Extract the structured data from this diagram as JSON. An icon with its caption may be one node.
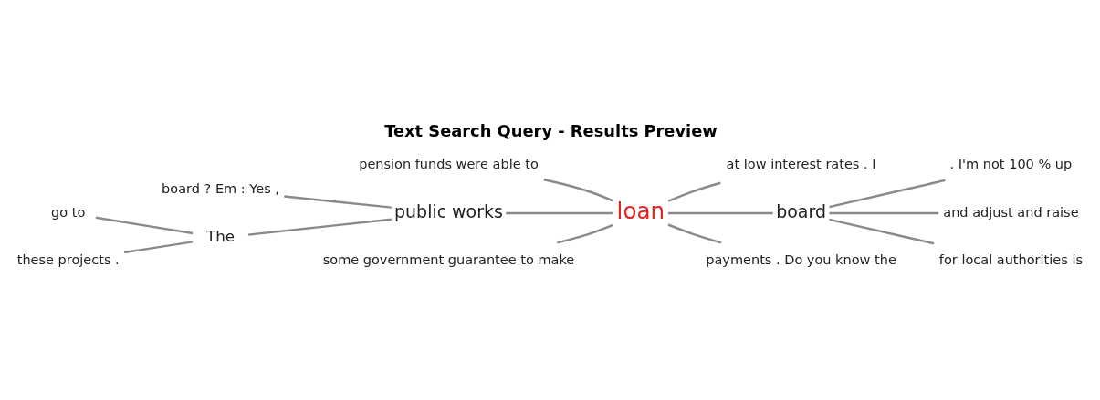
{
  "diagram": {
    "title": "Text Search Query - Results Preview",
    "nodes": [
      {
        "text": [
          "pension funds were able to"
        ]
      },
      {
        "text": [
          "at low interest rates . I"
        ]
      },
      {
        "text": [
          "board ? Em : Yes ,"
        ]
      },
      {
        "text": [
          ". I'm not 100 % up"
        ]
      },
      {
        "text": [
          "go to"
        ]
      },
      {
        "text": [
          "The"
        ]
      },
      {
        "text": [
          "public works"
        ]
      },
      {
        "text": [
          "loan"
        ]
      },
      {
        "text": [
          "board"
        ]
      },
      {
        "text": [
          "and adjust and raise"
        ]
      },
      {
        "text": [
          "these projects ."
        ]
      },
      {
        "text": [
          "for local authorities is"
        ]
      },
      {
        "text": [
          "some government guarantee to make"
        ]
      },
      {
        "text": [
          "payments . Do you know the"
        ]
      }
    ],
    "edges": [
      {
        "from": 0,
        "to": 7,
        "arrow": "none"
      },
      {
        "from": 2,
        "to": 6,
        "arrow": "none"
      },
      {
        "from": 4,
        "to": 5,
        "arrow": "none"
      },
      {
        "from": 10,
        "to": 5,
        "arrow": "none"
      },
      {
        "from": 5,
        "to": 6,
        "arrow": "none"
      },
      {
        "from": 6,
        "to": 7,
        "arrow": "none"
      },
      {
        "from": 12,
        "to": 7,
        "arrow": "none"
      },
      {
        "from": 7,
        "to": 1,
        "arrow": "none"
      },
      {
        "from": 7,
        "to": 8,
        "arrow": "none"
      },
      {
        "from": 8,
        "to": 3,
        "arrow": "none"
      },
      {
        "from": 8,
        "to": 9,
        "arrow": "none"
      },
      {
        "from": 8,
        "to": 11,
        "arrow": "none"
      },
      {
        "from": 7,
        "to": 13,
        "arrow": "none"
      }
    ]
  }
}
